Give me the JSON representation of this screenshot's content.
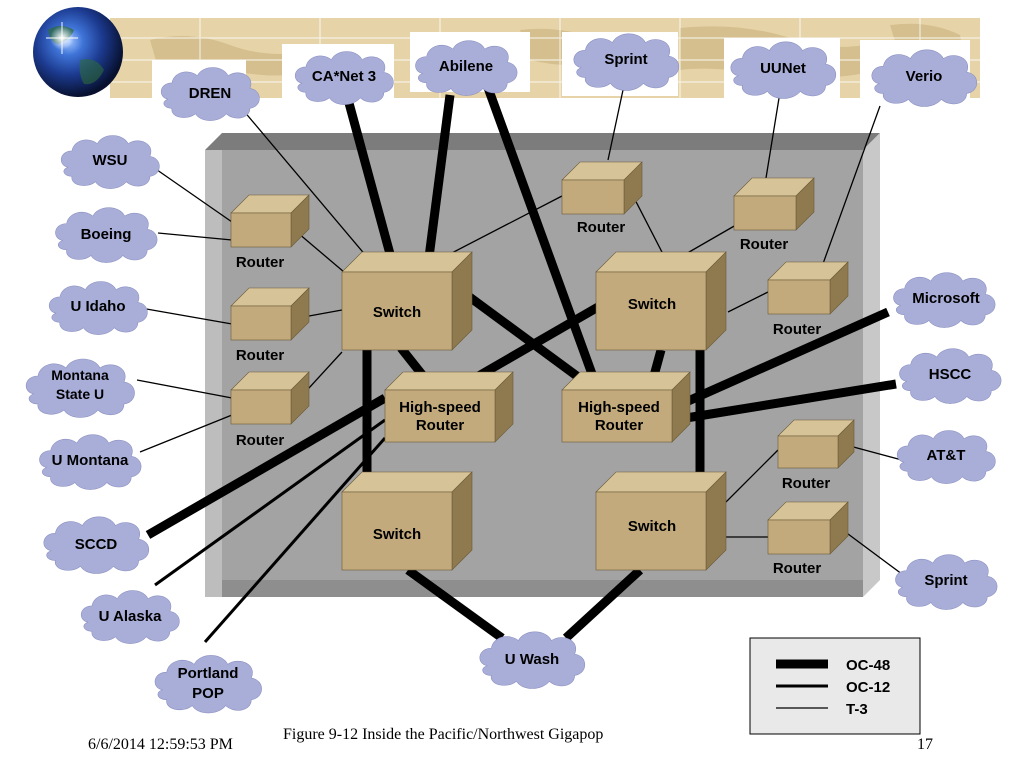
{
  "clouds": {
    "dren": "DREN",
    "canet3": "CA*Net 3",
    "abilene": "Abilene",
    "sprint_top": "Sprint",
    "uunet": "UUNet",
    "verio": "Verio",
    "wsu": "WSU",
    "boeing": "Boeing",
    "u_idaho": "U Idaho",
    "montana_state_1": "Montana",
    "montana_state_2": "State U",
    "u_montana": "U Montana",
    "sccd": "SCCD",
    "u_alaska": "U Alaska",
    "portland_1": "Portland",
    "portland_2": "POP",
    "u_wash": "U Wash",
    "sprint_bottom": "Sprint",
    "att": "AT&T",
    "hscc": "HSCC",
    "microsoft": "Microsoft"
  },
  "devices": {
    "router": "Router",
    "switch": "Switch",
    "high_speed_1": "High-speed",
    "high_speed_2": "Router"
  },
  "legend": {
    "oc48": "OC-48",
    "oc12": "OC-12",
    "t3": "T-3"
  },
  "footer": {
    "timestamp": "6/6/2014 12:59:53 PM",
    "caption": "Figure 9-12 Inside the Pacific/Northwest Gigapop",
    "page_number": "17"
  },
  "colors": {
    "cloud": "#a9aed9",
    "box_front": "#c2aa7c",
    "box_top": "#d6c398",
    "box_side": "#8f7a4f",
    "platform": "#a3a3a3",
    "map_band": "#e4d2a6"
  }
}
